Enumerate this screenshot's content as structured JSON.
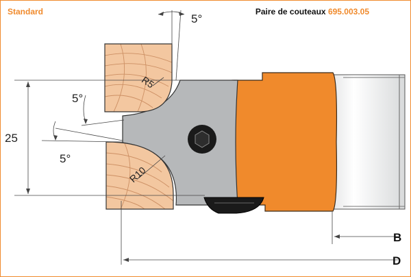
{
  "header": {
    "left": "Standard",
    "right_label": "Paire de couteaux",
    "right_ref": "695.003.05"
  },
  "dimensions": {
    "angle_top": "5°",
    "angle_left_upper": "5°",
    "angle_left_lower": "5°",
    "height": "25",
    "radius_small": "R5",
    "radius_large": "R10",
    "dim_b": "B",
    "dim_d": "D"
  },
  "colors": {
    "accent": "#f08a2c",
    "wood": "#f3c7a0",
    "steel": "#b6b8ba",
    "black": "#1a1a1a"
  }
}
